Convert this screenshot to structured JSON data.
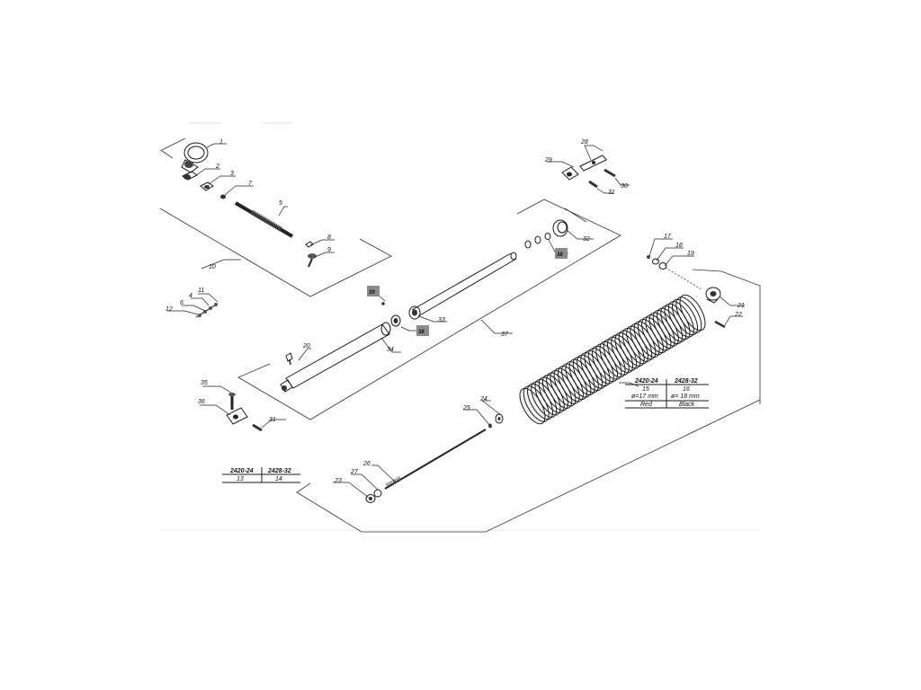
{
  "callouts": {
    "c1": "1",
    "c2": "2",
    "c3": "3",
    "c5": "5",
    "c7": "7",
    "c8": "8",
    "c9": "9",
    "c10": "10",
    "c11": "11",
    "c4": "4",
    "c6": "6",
    "c12": "12",
    "c17": "17",
    "c18": "18",
    "c19": "19",
    "c20": "20",
    "c21": "21",
    "c22": "22",
    "c23": "23",
    "c24": "24",
    "c25": "25",
    "c26": "26",
    "c27": "27",
    "c28": "28",
    "c29": "29",
    "c30": "30",
    "c31a": "31",
    "c31b": "31",
    "c32": "32",
    "c33": "33",
    "c34": "34",
    "c35": "35",
    "c36": "36",
    "c37": "37",
    "c38a": "38",
    "c38b": "38",
    "c39": "39"
  },
  "spring_table": {
    "header": [
      "2420-24",
      "2428-32"
    ],
    "row1": [
      "15",
      "16"
    ],
    "row2": [
      "ø=17 mm",
      "ø= 18 mm"
    ],
    "row3": [
      "Red",
      "Black"
    ]
  },
  "rod_table": {
    "header": [
      "2420-24",
      "2428-32"
    ],
    "row1": [
      "13",
      "14"
    ]
  }
}
